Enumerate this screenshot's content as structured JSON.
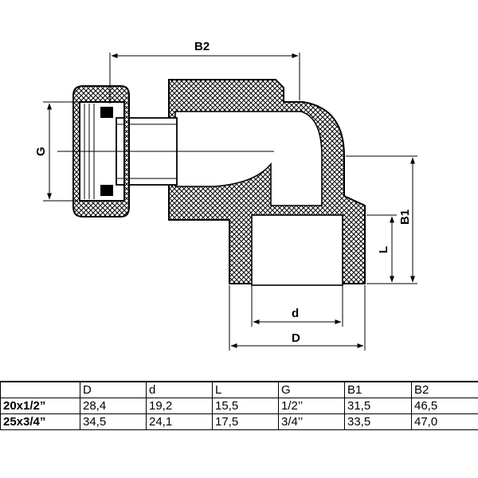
{
  "diagram": {
    "dimension_labels": {
      "b2": "B2",
      "g": "G",
      "b1": "B1",
      "l": "L",
      "d_inner": "d",
      "d_outer": "D"
    }
  },
  "spec_table": {
    "headers": [
      "",
      "D",
      "d",
      "L",
      "G",
      "B1",
      "B2"
    ],
    "rows": [
      [
        "20x1/2”",
        "28,4",
        "19,2",
        "15,5",
        "1/2’’",
        "31,5",
        "46,5"
      ],
      [
        "25x3/4”",
        "34,5",
        "24,1",
        "17,5",
        "3/4’’",
        "33,5",
        "47,0"
      ]
    ]
  }
}
